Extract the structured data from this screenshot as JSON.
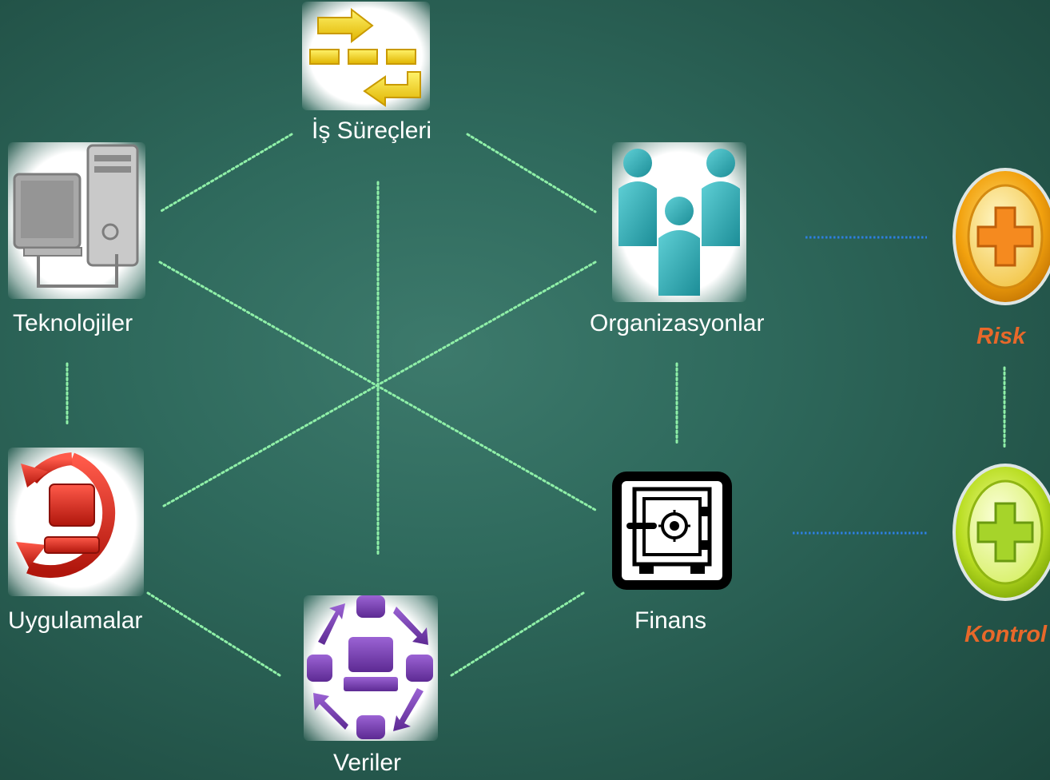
{
  "diagram": {
    "nodes": {
      "is_surecleri": {
        "label": "İş Süreçleri",
        "icon": "process-flow-icon"
      },
      "teknolojiler": {
        "label": "Teknolojiler",
        "icon": "computer-icon"
      },
      "organizasyonlar": {
        "label": "Organizasyonlar",
        "icon": "people-group-icon"
      },
      "uygulamalar": {
        "label": "Uygulamalar",
        "icon": "application-cycle-icon"
      },
      "finans": {
        "label": "Finans",
        "icon": "safe-icon"
      },
      "veriler": {
        "label": "Veriler",
        "icon": "data-network-icon"
      },
      "risk": {
        "label": "Risk",
        "icon": "orange-plus-icon"
      },
      "kontrol": {
        "label": "Kontrol",
        "icon": "green-plus-icon"
      }
    },
    "colors": {
      "background": "#2f6a5d",
      "connector_green": "#8ff0a8",
      "connector_blue": "#2d7fe0",
      "accent_label": "#e8682a"
    }
  }
}
